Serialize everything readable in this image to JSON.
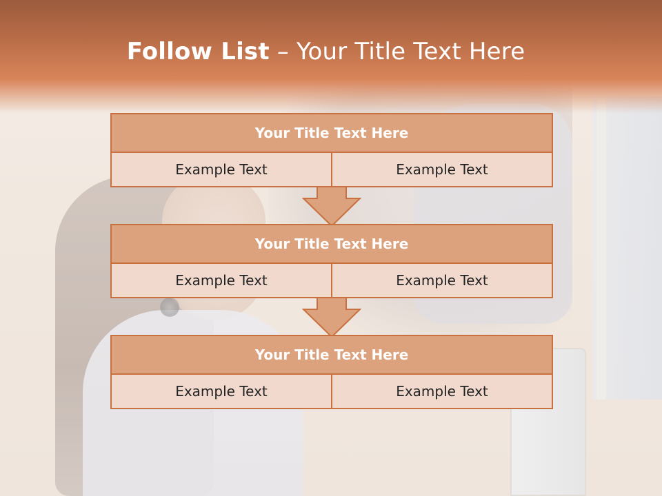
{
  "slide": {
    "title_bold": "Follow List",
    "title_rest": " – Your Title Text Here"
  },
  "blocks": [
    {
      "title": "Your Title Text Here",
      "cells": [
        "Example Text",
        "Example Text"
      ]
    },
    {
      "title": "Your Title Text Here",
      "cells": [
        "Example Text",
        "Example Text"
      ]
    },
    {
      "title": "Your Title Text Here",
      "cells": [
        "Example Text",
        "Example Text"
      ]
    }
  ],
  "colors": {
    "header": "#c0714a",
    "block_title_fill": "#dca27e",
    "block_border": "#c8703f",
    "block_cell_fill": "#f2d9cd",
    "arrow_fill": "#dca27e"
  },
  "icons": [
    "down-arrow-icon",
    "down-arrow-icon"
  ]
}
